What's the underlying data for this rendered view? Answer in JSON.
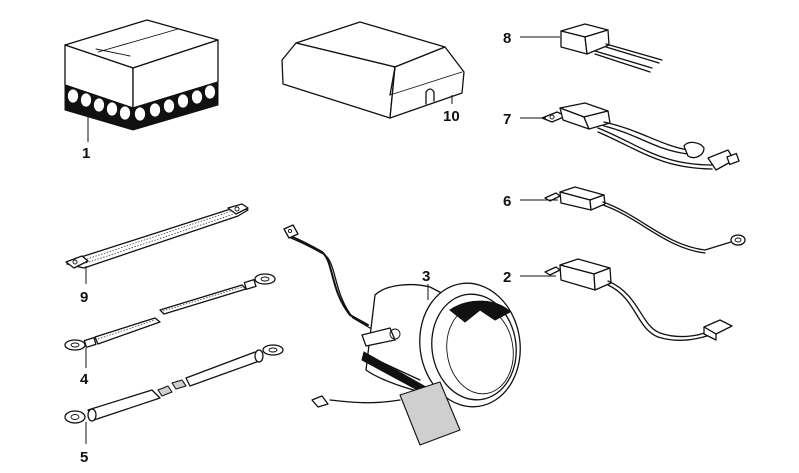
{
  "diagram": {
    "type": "exploded-parts-diagram",
    "background_color": "#ffffff",
    "line_color": "#111111",
    "parts": [
      {
        "number": "1",
        "description": "battery-box"
      },
      {
        "number": "2",
        "description": "relay-module-with-flat-connector"
      },
      {
        "number": "3",
        "description": "fog-lamp-housing"
      },
      {
        "number": "4",
        "description": "ground-strap-two-piece"
      },
      {
        "number": "5",
        "description": "insulated-cable-with-eyelets"
      },
      {
        "number": "6",
        "description": "relay-module-with-ring-terminal"
      },
      {
        "number": "7",
        "description": "relay-module-with-plug-leads"
      },
      {
        "number": "8",
        "description": "small-module-with-two-wires"
      },
      {
        "number": "9",
        "description": "ground-strap-braided"
      },
      {
        "number": "10",
        "description": "cover-cap"
      }
    ]
  }
}
